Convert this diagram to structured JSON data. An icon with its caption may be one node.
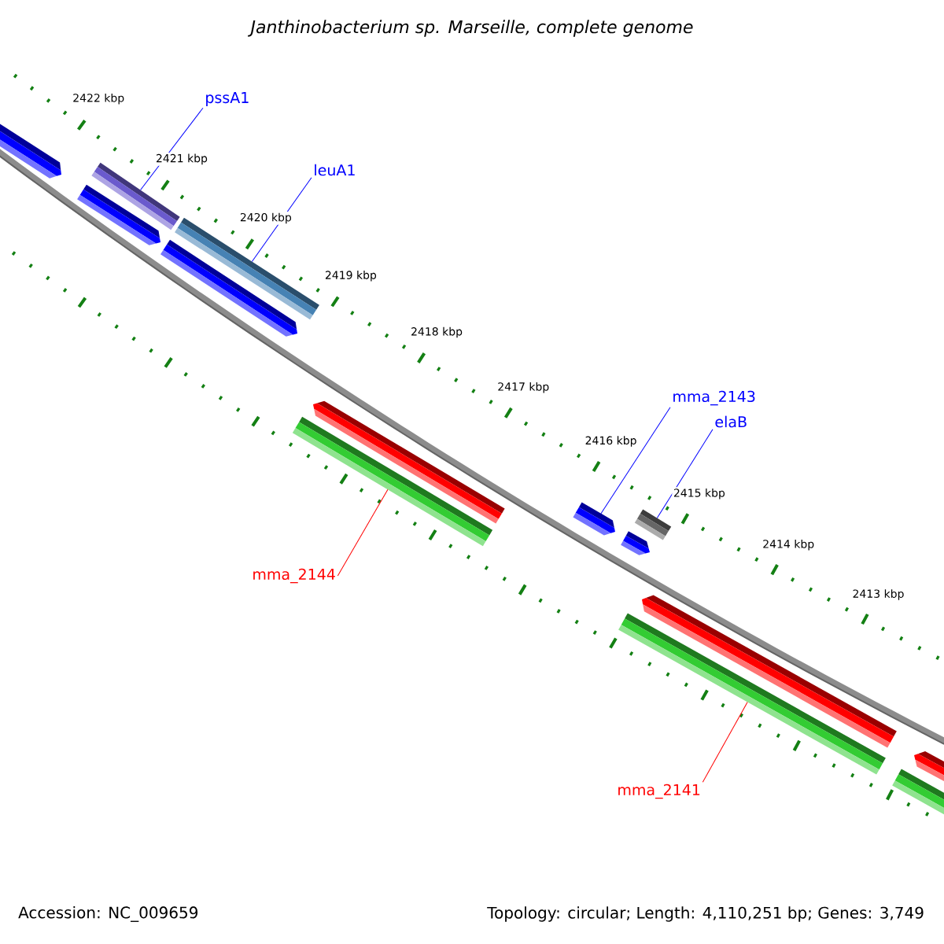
{
  "diagram": {
    "title": "Janthinobacterium sp. Marseille, complete genome",
    "nodes": [
      {
        "text": [
          "pssA1"
        ]
      },
      {
        "text": [],
        "shape": "bar"
      },
      {
        "text": [
          "leuA1"
        ]
      },
      {
        "text": [],
        "shape": "bar"
      },
      {
        "text": [
          "mma_2143"
        ]
      },
      {
        "text": [],
        "shape": "bar"
      },
      {
        "text": [
          "elaB"
        ]
      },
      {
        "text": [],
        "shape": "bar"
      },
      {
        "text": [
          "mma_2144"
        ]
      },
      {
        "text": [],
        "shape": "bar"
      },
      {
        "text": [
          "mma_2141"
        ]
      },
      {
        "text": [],
        "shape": "bar"
      }
    ],
    "edges": [
      {
        "from": 0,
        "to": 1,
        "arrow": "none",
        "color": "#0000ff"
      },
      {
        "from": 2,
        "to": 3,
        "arrow": "none",
        "color": "#0000ff"
      },
      {
        "from": 4,
        "to": 5,
        "arrow": "none",
        "color": "#0000ff"
      },
      {
        "from": 6,
        "to": 7,
        "arrow": "none",
        "color": "#0000ff"
      },
      {
        "from": 8,
        "to": 9,
        "arrow": "none",
        "color": "#ff0000"
      },
      {
        "from": 10,
        "to": 11,
        "arrow": "none",
        "color": "#ff0000"
      }
    ],
    "labels": [
      "2422 kbp",
      "2421 kbp",
      "2420 kbp",
      "2419 kbp",
      "2418 kbp",
      "2417 kbp",
      "2416 kbp",
      "2415 kbp",
      "2414 kbp",
      "2413 kbp",
      "Accession: NC_009659",
      "Topology: circular; Length: 4,110,251 bp; Genes: 3,749"
    ]
  }
}
